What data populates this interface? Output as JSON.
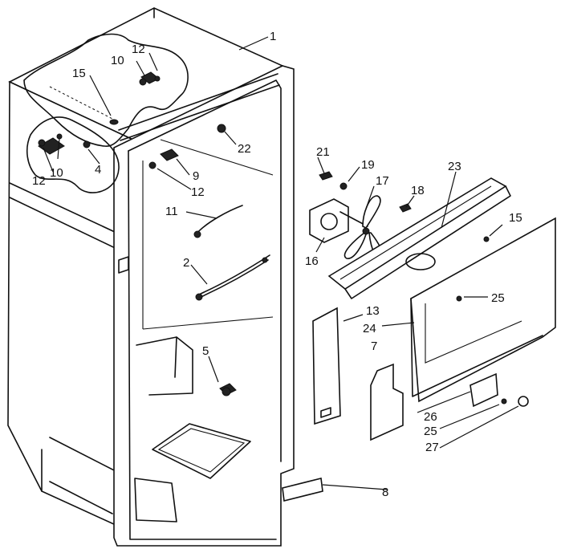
{
  "callouts": [
    {
      "id": "c1",
      "text": "1"
    },
    {
      "id": "c12a",
      "text": "12"
    },
    {
      "id": "c10a",
      "text": "10"
    },
    {
      "id": "c15a",
      "text": "15"
    },
    {
      "id": "c22",
      "text": "22"
    },
    {
      "id": "c4",
      "text": "4"
    },
    {
      "id": "c12b",
      "text": "12"
    },
    {
      "id": "c10b",
      "text": "10"
    },
    {
      "id": "c9",
      "text": "9"
    },
    {
      "id": "c12c",
      "text": "12"
    },
    {
      "id": "c11",
      "text": "11"
    },
    {
      "id": "c2",
      "text": "2"
    },
    {
      "id": "c5",
      "text": "5"
    },
    {
      "id": "c21",
      "text": "21"
    },
    {
      "id": "c19",
      "text": "19"
    },
    {
      "id": "c17",
      "text": "17"
    },
    {
      "id": "c18",
      "text": "18"
    },
    {
      "id": "c23",
      "text": "23"
    },
    {
      "id": "c15b",
      "text": "15"
    },
    {
      "id": "c16",
      "text": "16"
    },
    {
      "id": "c25a",
      "text": "25"
    },
    {
      "id": "c13",
      "text": "13"
    },
    {
      "id": "c24",
      "text": "24"
    },
    {
      "id": "c7",
      "text": "7"
    },
    {
      "id": "c26",
      "text": "26"
    },
    {
      "id": "c25b",
      "text": "25"
    },
    {
      "id": "c27",
      "text": "27"
    },
    {
      "id": "c8",
      "text": "8"
    }
  ]
}
